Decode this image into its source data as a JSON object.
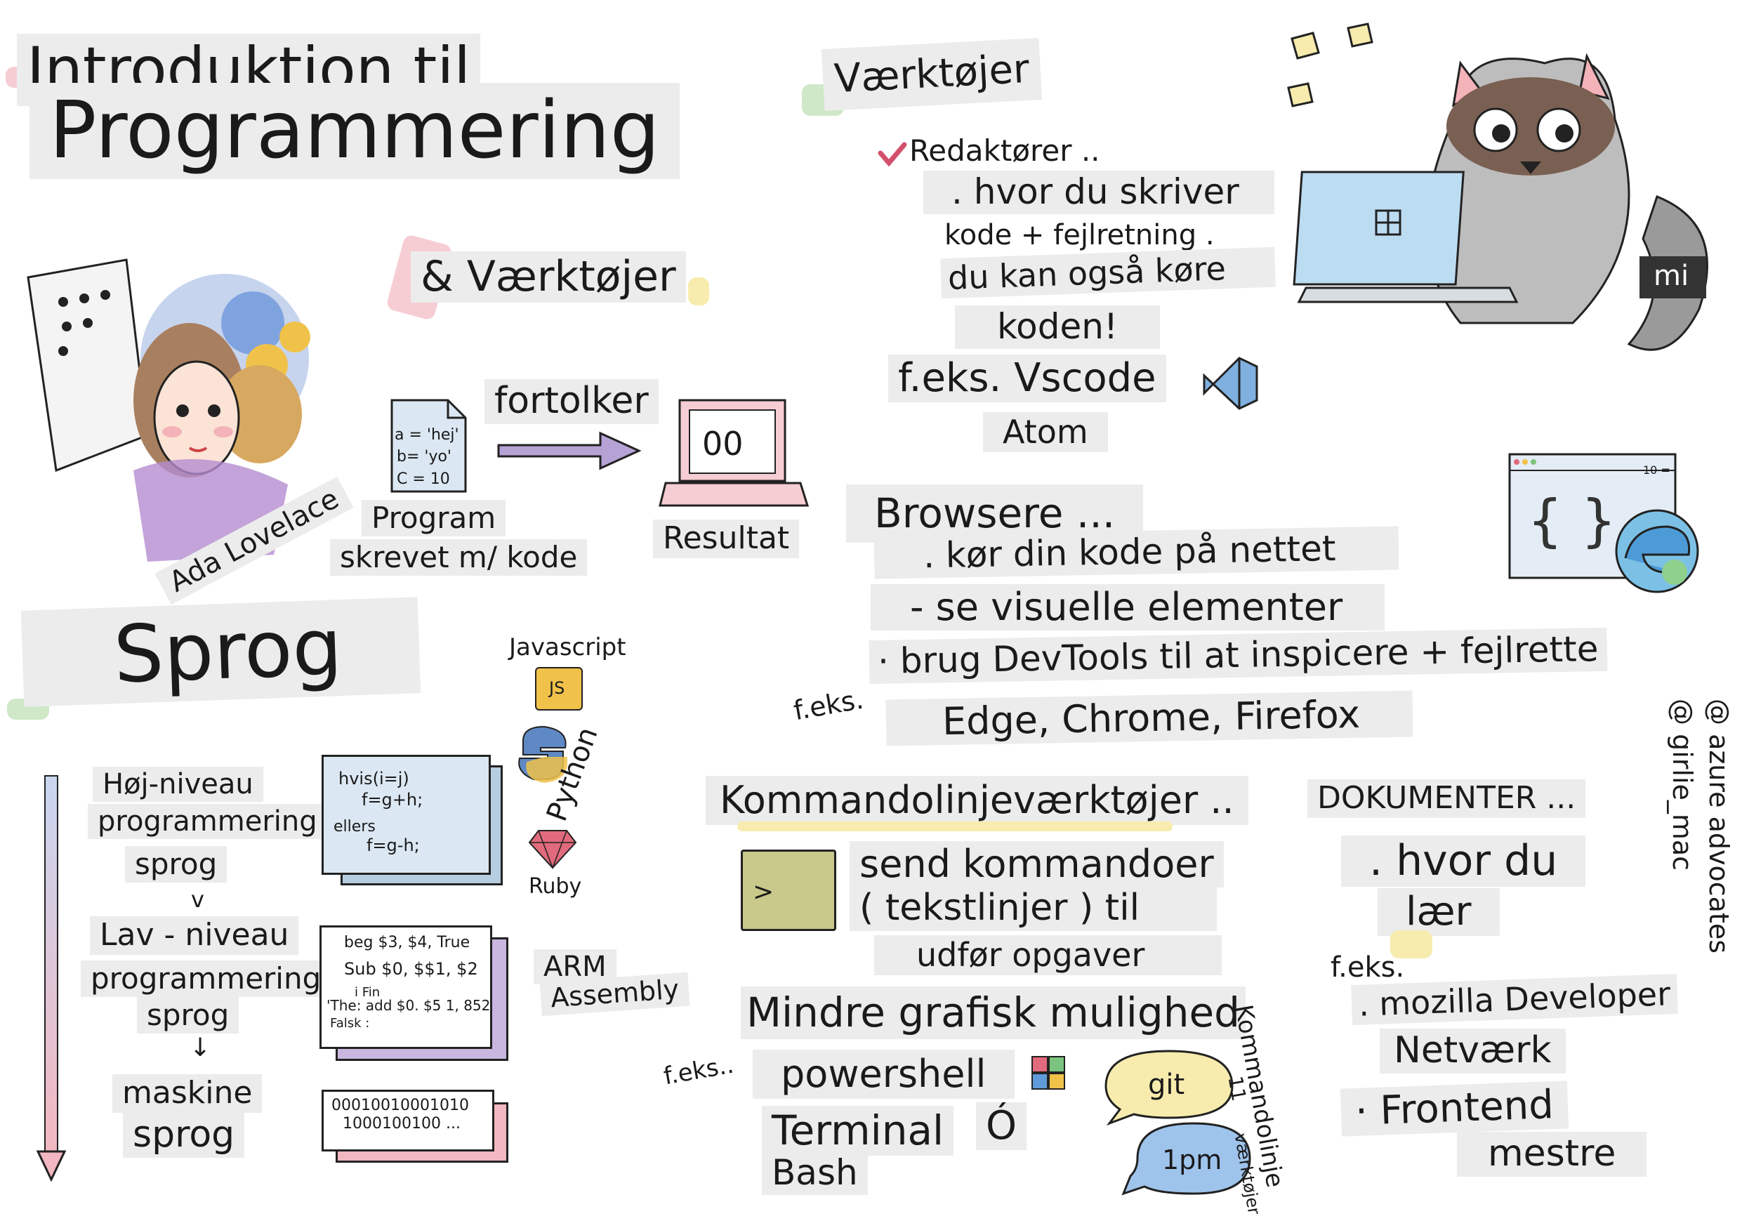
{
  "title": {
    "line1": "Introduktion til",
    "line2": "Programmering",
    "line3": "& Værktøjer"
  },
  "history": {
    "person": "Ada Lovelace",
    "program_code": [
      "a = 'hej'",
      "b= 'yo'",
      "C = 10"
    ],
    "program_label_1": "Program",
    "program_label_2": "skrevet m/ kode",
    "interpreter": "fortolker",
    "result_screen": "00",
    "result_label": "Resultat"
  },
  "languages": {
    "heading": "Sprog",
    "high_1": "Høj-niveau",
    "high_2": "programmering",
    "high_3": "sprog",
    "v": "v",
    "low_1": "Lav - niveau",
    "low_2": "programmering",
    "low_3": "sprog",
    "arrow": "↓",
    "machine_1": "maskine",
    "machine_2": "sprog",
    "code_high": [
      "hvis(i=j)",
      "f=g+h;",
      "ellers",
      "f=g-h;"
    ],
    "code_low": [
      "beg $3, $4, True",
      "Sub $0, $$1, $2",
      "i Fin",
      "'The: add $0. $5 1, 852",
      "Falsk :"
    ],
    "code_machine": [
      "00010010001010",
      "1000100100 ..."
    ],
    "js": "Javascript",
    "js_badge": "JS",
    "python": "Python",
    "ruby": "Ruby",
    "arm_1": "ARM",
    "arm_2": "Assembly"
  },
  "tools": {
    "heading": "Værktøjer",
    "editors": "Redaktører ..",
    "editors_1": ". hvor du skriver",
    "editors_2": "kode + fejlretning .",
    "editors_3": "du kan også køre",
    "editors_4": "koden!",
    "editors_ex": "f.eks. Vscode",
    "editors_ex2": "Atom",
    "mascot_tag": "mi",
    "browsers": "Browsere ...",
    "browsers_1": ". kør din kode på nettet",
    "browsers_2": "- se visuelle elementer",
    "browsers_3": "· brug DevTools til at inspicere + fejlrette",
    "browsers_ex_label": "f.eks.",
    "browsers_ex": "Edge, Chrome, Firefox",
    "browser_window_tab": "10 =",
    "browser_braces": "{ }",
    "cli": "Kommandolinjeværktøjer ..",
    "cli_prompt": ">",
    "cli_1": "send kommandoer",
    "cli_2": "( tekstlinjer ) til",
    "cli_3": "udfør opgaver",
    "cli_4": "Mindre grafisk mulighed",
    "cli_ex_label": "f.eks..",
    "cli_ex_1": "powershell",
    "cli_ex_2": "Terminal",
    "cli_ex_3": "Bash",
    "cli_mac": "Ó",
    "git": "git",
    "npm": "1pm",
    "side_1": "Kommandolinje",
    "side_2": "11",
    "side_3": "værktøjer",
    "docs": "DOKUMENTER ...",
    "docs_1": ". hvor du",
    "docs_2": "lær",
    "docs_ex": "f.eks.",
    "docs_ex_1": ". mozilla Developer",
    "docs_ex_2": "Netværk",
    "docs_ex_3": "· Frontend",
    "docs_ex_4": "mestre"
  },
  "credits": {
    "line1": "@ azure advocates",
    "line2": "@ girlie_mac"
  },
  "colors": {
    "label_bg": "#ececec",
    "accent_pink": "#f6cdd3",
    "accent_green": "#cfe8c8",
    "accent_yellow": "#f7ecae",
    "arrow_purple": "#b7a2d6",
    "card_blue": "#dbe8f3",
    "card_pink": "#f2b7c0",
    "terminal_olive": "#c8c98a"
  }
}
